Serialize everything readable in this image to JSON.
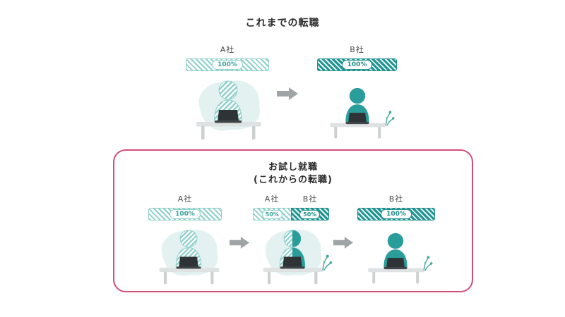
{
  "top_section": {
    "title": "これまでの転職",
    "bar_a": {
      "company": "A社",
      "value": "100%"
    },
    "bar_b": {
      "company": "B社",
      "value": "100%"
    }
  },
  "bottom_section": {
    "title": "お試し就職",
    "subtitle": "(これからの転職)",
    "stage1": {
      "company": "A社",
      "value": "100%"
    },
    "stage2": {
      "company_left": "A社",
      "value_left": "50%",
      "company_right": "B社",
      "value_right": "50%"
    },
    "stage3": {
      "company": "B社",
      "value": "100%"
    }
  },
  "colors": {
    "teal_light": "#8ccfca",
    "teal_dark": "#1f9391",
    "pink_border": "#d44e78",
    "arrow_gray": "#9fa4a6",
    "blob_bg": "#e3f2f0"
  }
}
